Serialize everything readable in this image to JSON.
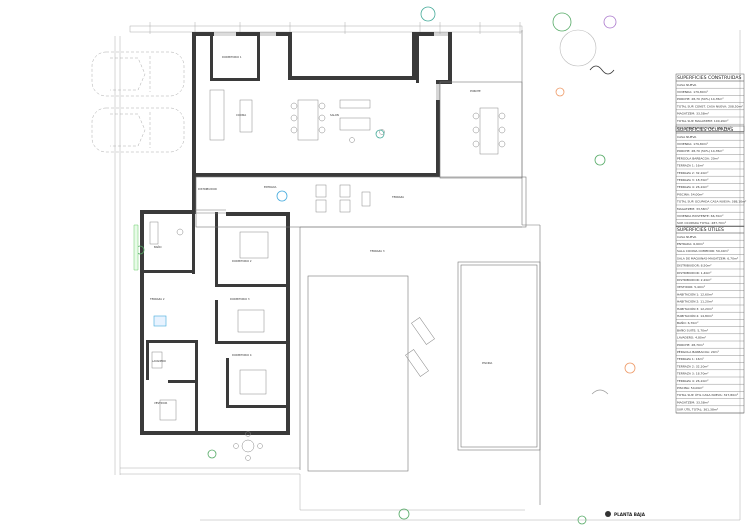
{
  "drawing": {
    "plan_title": "PLANTA BAJA"
  },
  "rooms": {
    "dormitorio": "DORMITORIO 1",
    "cocina": "COCINA",
    "salon": "SALON",
    "porche": "PORCHE",
    "terraza": "TERRAZA",
    "banos": "BAÑO",
    "piscina": "PISCINA",
    "dorm2": "DORMITORIO 2",
    "dorm3": "DORMITORIO 3",
    "dorm4": "DORMITORIO 4",
    "vestidor": "VESTIDOR",
    "lavadero": "LAVADERO",
    "distribuidor": "DISTRIBUIDOR",
    "entrada": "ENTRADA",
    "terraza2": "TERRAZA 2",
    "terraza3": "TERRAZA 3"
  },
  "tables": [
    {
      "title": "SUPERFICIES CONSTRUIDAS",
      "rows": [
        "CASA NUEVA",
        "VIVIENDA: 179,80m²",
        "PORCHE: 28,70 (50%) 14,35m²",
        "TOTAL SUP. CONST. CASA NUEVA: 208,50m²",
        "MAGATZEM: 33,58m²",
        "TOTAL SUP. MAGATZEM: 100,20m²",
        "SUP. CONSTRUIDA TOTAL: 308,70m²"
      ]
    },
    {
      "title": "SUPERFICIES OCUPADAS",
      "rows": [
        "CASA NUEVA",
        "VIVIENDA: 179,80m²",
        "PORCHE: 28,70 (50%) 14,35m²",
        "PÉRGOLA BARBACOA: 20m²",
        "TERRAZA 1: 16m²",
        "TERRAZA 2: 32,10m²",
        "TERRAZA 3: 18,70m²",
        "TERRAZA 4: 26,10m²",
        "PISCINA: 54,00m²",
        "TOTAL SUP. OCUPADA CASA NUEVA: 388,10m²",
        "MAGATZEM: 33,58m²",
        "VIVIENDA EXISTENTE: 66,70m²",
        "SUP. OCUPADA TOTAL: 487,70m²"
      ]
    },
    {
      "title": "SUPERFICIES ÚTILES",
      "rows": [
        "CASA NUEVA",
        "ENTRADA: 6,60m²",
        "SALA COCINA COMEDOR: 59,40m²",
        "SALA DE MÁQUINAS-MAGATZEM: 6,70m²",
        "DISTRIBUIDOR: 8,50m²",
        "DISTRIBUIDOR: 1,40m²",
        "DISTRIBUIDOR: 2,20m²",
        "VESTIDOR: 5,40m²",
        "HABITACIÓN 1: 12,60m²",
        "HABITACIÓN 2: 11,20m²",
        "HABITACIÓN 3: 12,20m²",
        "HABITACIÓN 4: 14,80m²",
        "BAÑO: 6,70m²",
        "BAÑO SUITE: 5,70m²",
        "LAVADERO: 4,80m²",
        "PORCHE: 28,70m²",
        "PÉRGOLA BARBACOA: 20m²",
        "TERRAZA 1: 16m²",
        "TERRAZA 2: 32,10m²",
        "TERRAZA 3: 18,70m²",
        "TERRAZA 4: 26,10m²",
        "PISCINA: 54,00m²",
        "TOTAL SUP. ÚTIL CASA NUEVA: 327,80m²",
        "MAGATZEM: 33,58m²",
        "SUP. ÚTIL TOTAL: 361,38m²"
      ]
    }
  ]
}
